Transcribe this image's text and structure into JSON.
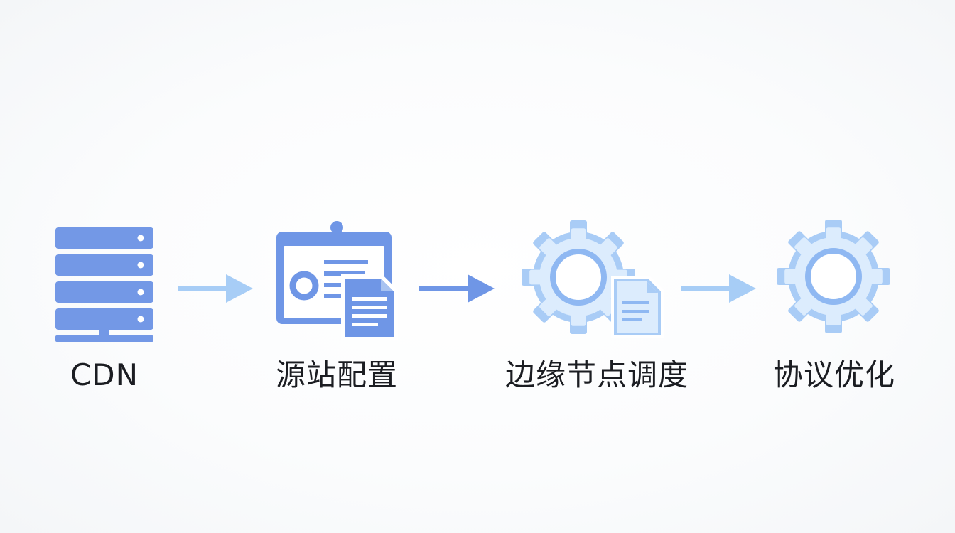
{
  "steps": [
    {
      "label": "CDN",
      "icon": "server-stack-icon"
    },
    {
      "label": "源站配置",
      "icon": "config-document-icon"
    },
    {
      "label": "边缘节点调度",
      "icon": "gear-document-icon"
    },
    {
      "label": "协议优化",
      "icon": "gear-icon"
    }
  ],
  "colors": {
    "primary_blue": "#6f96e6",
    "light_blue": "#a9ccf6",
    "pale_blue": "#dcecfd",
    "arrow_blue": "#8fb8f2",
    "text": "#1b1d22"
  }
}
